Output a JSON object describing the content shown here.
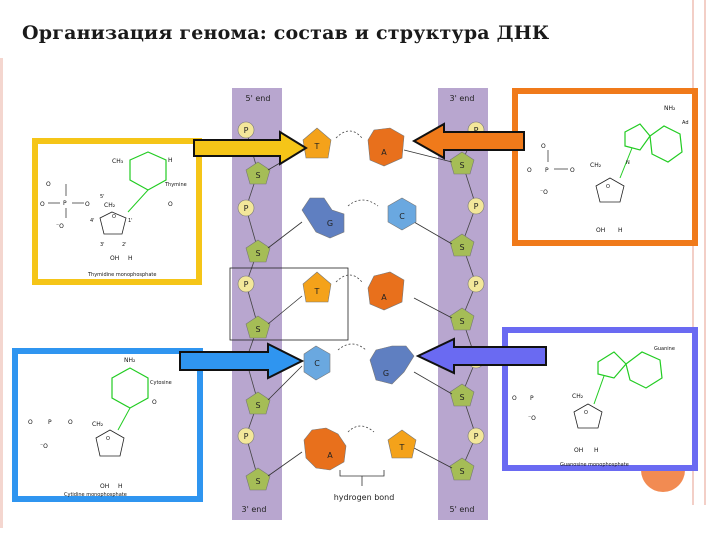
{
  "title": "Организация генома: состав и структура ДНК",
  "strand": {
    "left_top": "5' end",
    "left_bottom": "3' end",
    "right_top": "3' end",
    "right_bottom": "5' end",
    "phosphate": "P",
    "sugar": "S",
    "hydrogen_bond": "hydrogen bond"
  },
  "base_pairs": [
    {
      "left": "T",
      "right": "A"
    },
    {
      "left": "G",
      "right": "C"
    },
    {
      "left": "T",
      "right": "A"
    },
    {
      "left": "C",
      "right": "G"
    },
    {
      "left": "A",
      "right": "T"
    }
  ],
  "panels": {
    "thymidine": {
      "title": "Thymine",
      "caption": "Thymidine monophosphate"
    },
    "adenosine": {
      "title": "Ad"
    },
    "cytidine": {
      "title": "Cytosine",
      "caption": "Cytidine monophosphate"
    },
    "guanosine": {
      "title": "Guanine",
      "caption": "Guanosine monophosphate"
    }
  },
  "chem": {
    "o": "O",
    "p": "P",
    "o_minus": "⁻O",
    "ch2": "CH₂",
    "oh": "OH",
    "h": "H",
    "n": "N",
    "nh2": "NH₂",
    "ch3": "CH₃",
    "five": "5'",
    "four": "4'",
    "one": "1'",
    "three": "3'",
    "two": "2'"
  },
  "colors": {
    "thymidine_frame": "#f5c518",
    "adenosine_frame": "#f07a1a",
    "cytidine_frame": "#2f95f0",
    "guanosine_frame": "#6a6af2",
    "backbone": "#b8a6cf",
    "sugar": "#a5bd56",
    "phosphate": "#f3e79a",
    "base_T": "#f4a21a",
    "base_A": "#e8701c",
    "base_G": "#5f7fc1",
    "base_C": "#6aa8e0",
    "molecule_green": "#22cc22"
  }
}
